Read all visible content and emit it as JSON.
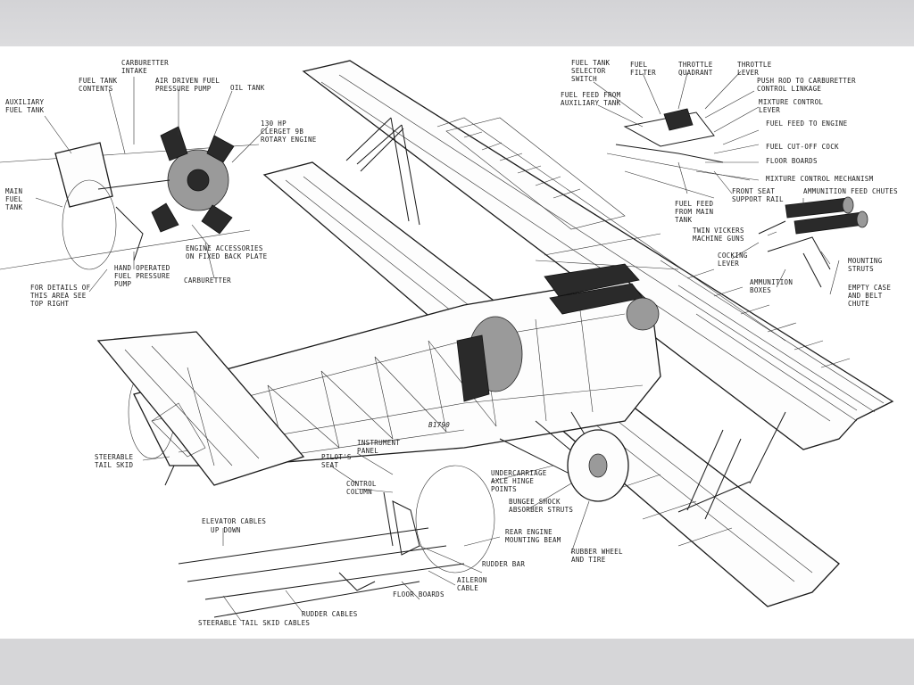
{
  "labels": {
    "carburettor_intake": "CARBURETTER\nINTAKE",
    "fuel_tank_contents": "FUEL TANK\nCONTENTS",
    "air_driven_fuel_pump": "AIR DRIVEN FUEL\nPRESSURE PUMP",
    "oil_tank": "OIL TANK",
    "auxiliary_fuel_tank": "AUXILIARY\nFUEL TANK",
    "rotary_engine": "130 HP\nCLERGET 9B\nROTARY ENGINE",
    "main_fuel_tank": "MAIN\nFUEL\nTANK",
    "engine_accessories": "ENGINE ACCESSORIES\nON FIXED BACK PLATE",
    "hand_operated_pump": "HAND OPERATED\nFUEL PRESSURE\nPUMP",
    "carburetter": "CARBURETTER",
    "details_note": "FOR DETAILS OF\nTHIS AREA SEE\nTOP RIGHT",
    "fuel_tank_selector": "FUEL TANK\nSELECTOR\nSWITCH",
    "fuel_filter": "FUEL\nFILTER",
    "throttle_quadrant": "THROTTLE\nQUADRANT",
    "throttle_lever": "THROTTLE\nLEVER",
    "push_rod": "PUSH ROD TO CARBURETTER\nCONTROL LINKAGE",
    "fuel_feed_aux": "FUEL FEED FROM\nAUXILIARY TANK",
    "mixture_control_lever": "MIXTURE CONTROL\nLEVER",
    "fuel_feed_engine": "FUEL FEED TO ENGINE",
    "fuel_cutoff_cock": "FUEL CUT-OFF COCK",
    "floor_boards_top": "FLOOR BOARDS",
    "mixture_control_mechanism": "MIXTURE CONTROL MECHANISM",
    "fuel_feed_main": "FUEL FEED\nFROM MAIN\nTANK",
    "front_seat_support": "FRONT SEAT\nSUPPORT RAIL",
    "ammunition_feed_chutes": "AMMUNITION FEED CHUTES",
    "twin_vickers": "TWIN VICKERS\nMACHINE GUNS",
    "cocking_lever": "COCKING\nLEVER",
    "mounting_struts": "MOUNTING\nSTRUTS",
    "ammunition_boxes": "AMMUNITION\nBOXES",
    "empty_case_chute": "EMPTY CASE\nAND BELT\nCHUTE",
    "steerable_tail_skid": "STEERABLE\nTAIL SKID",
    "instrument_panel": "INSTRUMENT\nPANEL",
    "pilots_seat": "PILOT'S\nSEAT",
    "control_column": "CONTROL\nCOLUMN",
    "undercarriage_hinge": "UNDERCARRIAGE\nAXLE HINGE\nPOINTS",
    "bungee_shock": "BUNGEE SHOCK\nABSORBER STRUTS",
    "elevator_cables": "ELEVATOR CABLES",
    "up_down": "UP      DOWN",
    "rear_engine_beam": "REAR ENGINE\nMOUNTING BEAM",
    "rubber_wheel": "RUBBER WHEEL\nAND TIRE",
    "rudder_bar": "RUDDER BAR",
    "aileron_cable": "AILERON\nCABLE",
    "floor_boards_bottom": "FLOOR BOARDS",
    "rudder_cables": "RUDDER CABLES",
    "tail_skid_cables": "STEERABLE TAIL SKID CABLES",
    "fuselage_stencil": "B1790"
  }
}
